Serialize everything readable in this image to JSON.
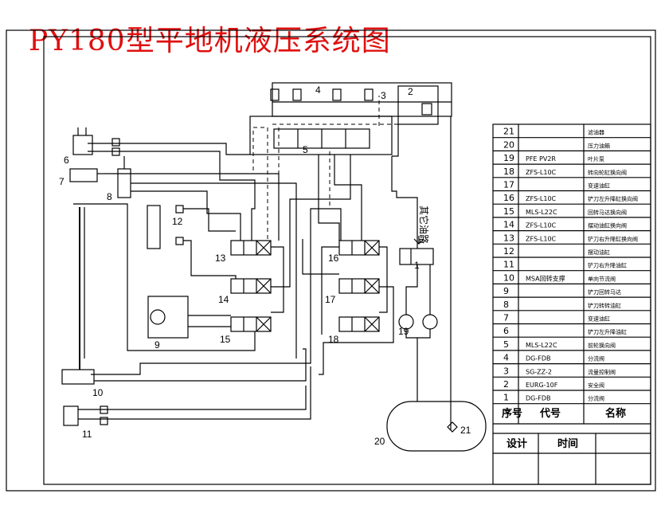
{
  "title": "PY180型平地机液压系统图",
  "component_numbers": [
    "1",
    "2",
    "3",
    "4",
    "5",
    "6",
    "7",
    "8",
    "9",
    "10",
    "11",
    "12",
    "13",
    "14",
    "15",
    "16",
    "17",
    "18",
    "19",
    "20",
    "21"
  ],
  "side_label": "其它油路",
  "parts_table": {
    "rows": [
      {
        "no": "21",
        "code": "",
        "name": "滤油器"
      },
      {
        "no": "20",
        "code": "",
        "name": "压力油箱"
      },
      {
        "no": "19",
        "code": "PFE PV2R",
        "name": "叶片泵"
      },
      {
        "no": "18",
        "code": "ZFS-L10C",
        "name": "转向轮缸换向阀"
      },
      {
        "no": "17",
        "code": "",
        "name": "变速油缸"
      },
      {
        "no": "16",
        "code": "ZFS-L10C",
        "name": "铲刀左升降缸换向阀"
      },
      {
        "no": "15",
        "code": "MLS-L22C",
        "name": "回转马达换向阀"
      },
      {
        "no": "14",
        "code": "ZFS-L10C",
        "name": "摆动油缸换向阀"
      },
      {
        "no": "13",
        "code": "ZFS-L10C",
        "name": "铲刀右升降缸换向阀"
      },
      {
        "no": "12",
        "code": "",
        "name": "摆动油缸"
      },
      {
        "no": "11",
        "code": "",
        "name": "铲刀右升降油缸"
      },
      {
        "no": "10",
        "code": "MSA回转支撑",
        "name": "单向节流阀"
      },
      {
        "no": "9",
        "code": "",
        "name": "铲刀回转马达"
      },
      {
        "no": "8",
        "code": "",
        "name": "铲刀转转油缸"
      },
      {
        "no": "7",
        "code": "",
        "name": "变速油缸"
      },
      {
        "no": "6",
        "code": "",
        "name": "铲刀左升降油缸"
      },
      {
        "no": "5",
        "code": "MLS-L22C",
        "name": "前轮换向阀"
      },
      {
        "no": "4",
        "code": "DG-FDB",
        "name": "分流阀"
      },
      {
        "no": "3",
        "code": "SG-ZZ-2",
        "name": "流量控制阀"
      },
      {
        "no": "2",
        "code": "EURG-10F",
        "name": "安全阀"
      },
      {
        "no": "1",
        "code": "DG-FDB",
        "name": "分流阀"
      }
    ],
    "header": {
      "no": "序号",
      "code": "代号",
      "name": "名称"
    },
    "footer": {
      "design": "设计",
      "time": "时间"
    }
  }
}
